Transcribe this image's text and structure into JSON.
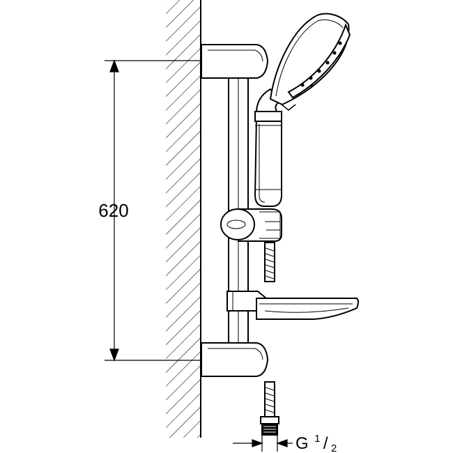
{
  "dimensions": {
    "height_value": "620",
    "thread_label": "G",
    "thread_numerator": "1",
    "thread_slash": "/",
    "thread_denominator": "2"
  },
  "colors": {
    "line": "#000000",
    "background": "#ffffff"
  }
}
